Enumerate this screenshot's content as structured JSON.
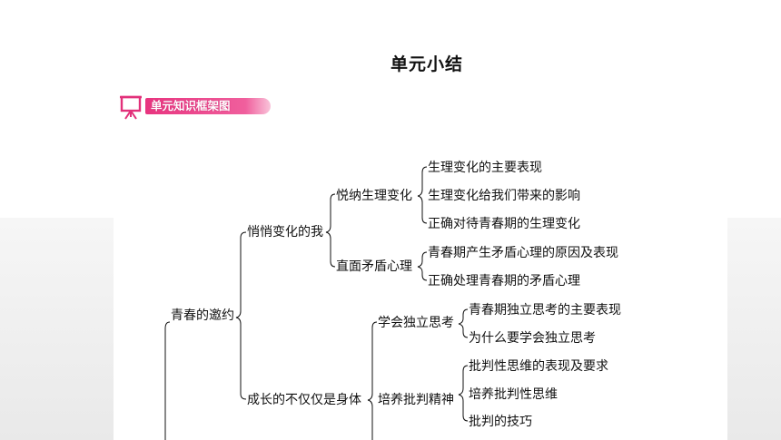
{
  "page": {
    "title": "单元小结",
    "section_label": "单元知识框架图"
  },
  "tree": {
    "root": "青春的邀约",
    "l1": [
      "悄悄变化的我",
      "成长的不仅仅是身体"
    ],
    "l2": [
      "悦纳生理变化",
      "直面矛盾心理",
      "学会独立思考",
      "培养批判精神"
    ],
    "leaves": [
      "生理变化的主要表现",
      "生理变化给我们带来的影响",
      "正确对待青春期的生理变化",
      "青春期产生矛盾心理的原因及表现",
      "正确处理青春期的矛盾心理",
      "青春期独立思考的主要表现",
      "为什么要学会独立思考",
      "批判性思维的表现及要求",
      "培养批判性思维",
      "批判的技巧"
    ]
  },
  "colors": {
    "banner_pink": "#e8347f",
    "icon_pink": "#e2307a",
    "side_gray": "#ececec"
  }
}
